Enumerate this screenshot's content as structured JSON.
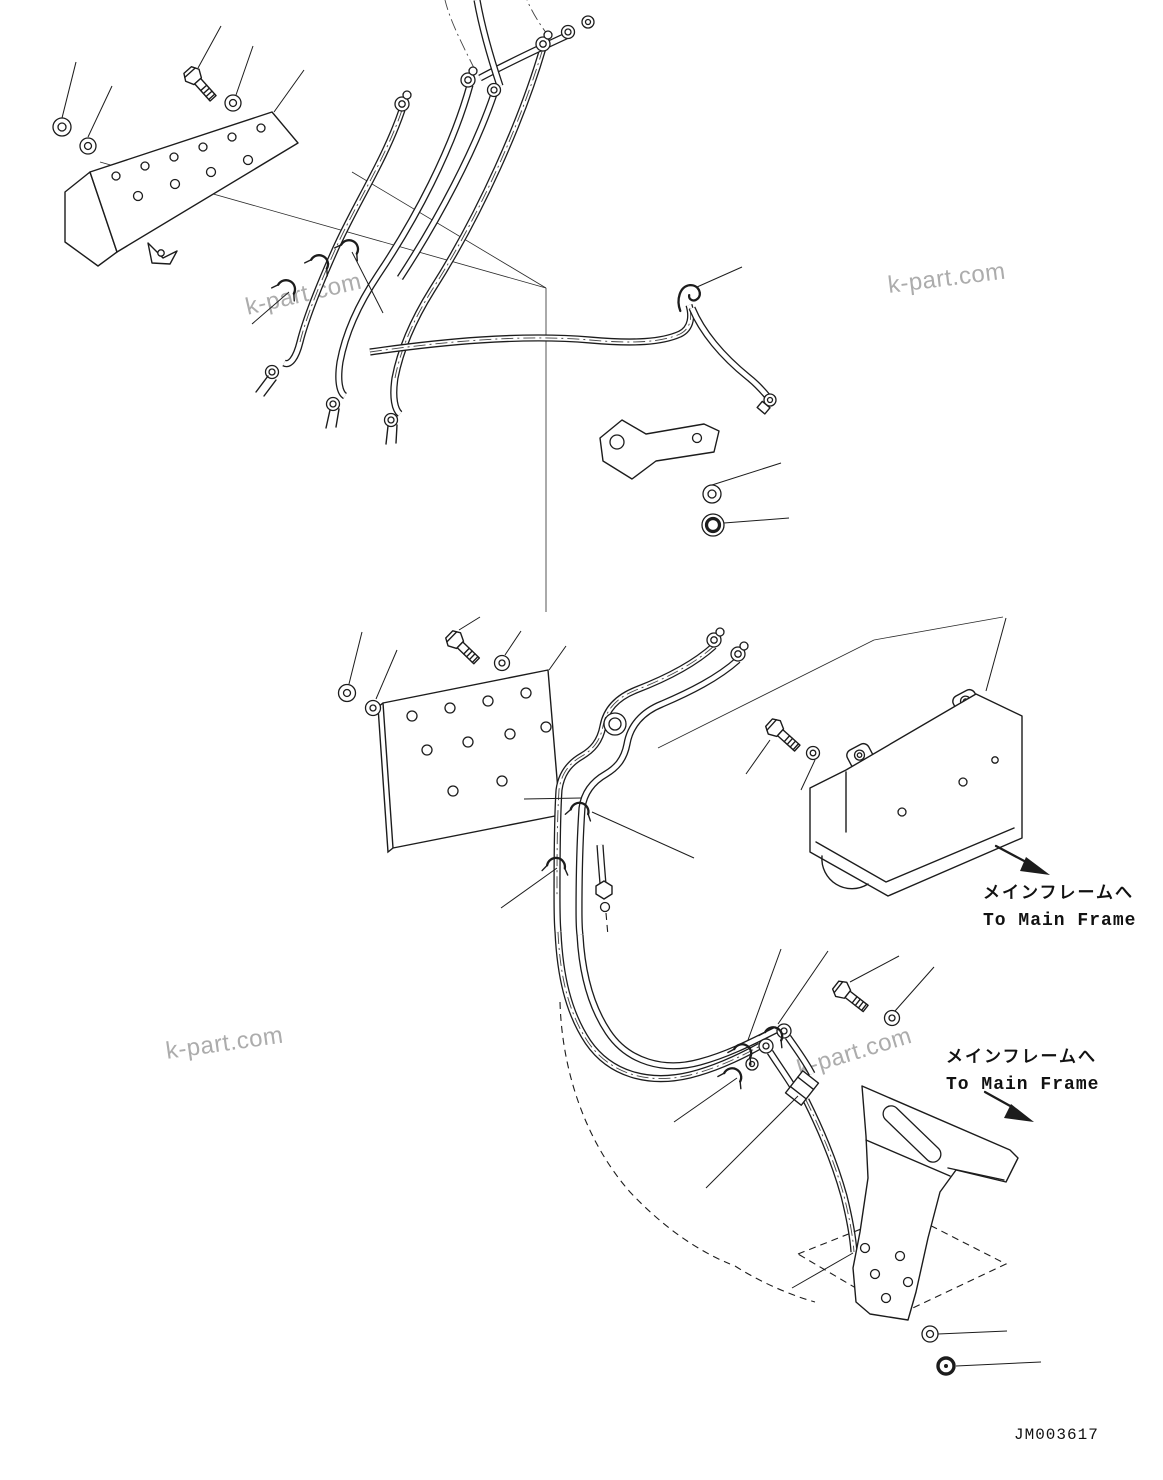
{
  "page": {
    "background": "#ffffff",
    "line_color": "#1c1c1c",
    "watermark_color": "#a8a8a8"
  },
  "watermarks": [
    {
      "text": "k-part.com"
    },
    {
      "text": "k-part.com"
    },
    {
      "text": "k-part.com"
    },
    {
      "text": "k-part.com"
    }
  ],
  "annotations": [
    {
      "jp": "メインフレームへ",
      "en": "To Main Frame"
    },
    {
      "jp": "メインフレームへ",
      "en": "To Main Frame"
    }
  ],
  "doc_number": "JM003617"
}
